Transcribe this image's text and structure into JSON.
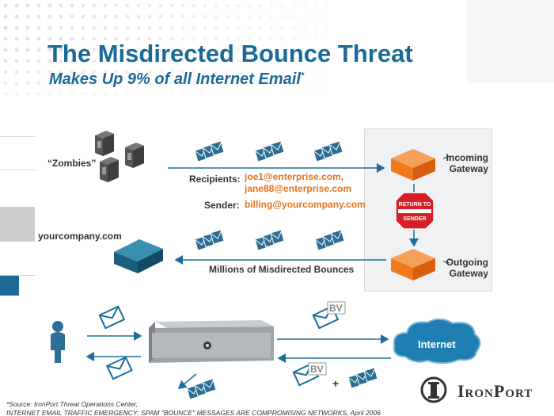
{
  "title": "The Misdirected Bounce Threat",
  "subtitle": "Makes Up 9% of all Internet Email",
  "subtitle_note_mark": "*",
  "zombies_label": "“Zombies”",
  "yourcompany_label": "yourcompany.com",
  "recipients_label": "Recipients:",
  "recipients_values": [
    "joe1@enterprise.com,",
    "jane88@enterprise.com"
  ],
  "sender_label": "Sender:",
  "sender_value": "billing@yourcompany.com",
  "bounces_label": "Millions of Misdirected Bounces",
  "incoming_gateway": [
    "Incoming",
    "Gateway"
  ],
  "outgoing_gateway": [
    "Outgoing",
    "Gateway"
  ],
  "stop_sign": [
    "RETURN TO",
    "SENDER"
  ],
  "internet_label": "Internet",
  "bv_tag": "BV",
  "plus_sign": "+",
  "brand": "IronPort",
  "footer_lines": [
    "*Source: IronPort Threat Operations Center,",
    "INTERNET EMAIL TRAFFIC EMERGENCY: SPAM \"BOUNCE\" MESSAGES ARE COMPROMISING NETWORKS, April 2006"
  ],
  "colors": {
    "title": "#1a6a98",
    "accent_orange": "#e8701a",
    "arrow_blue": "#1e6e9a",
    "gateway_orange": "#f07a1a",
    "stop_red": "#d61f26",
    "cloud_blue": "#1f7fb3"
  }
}
